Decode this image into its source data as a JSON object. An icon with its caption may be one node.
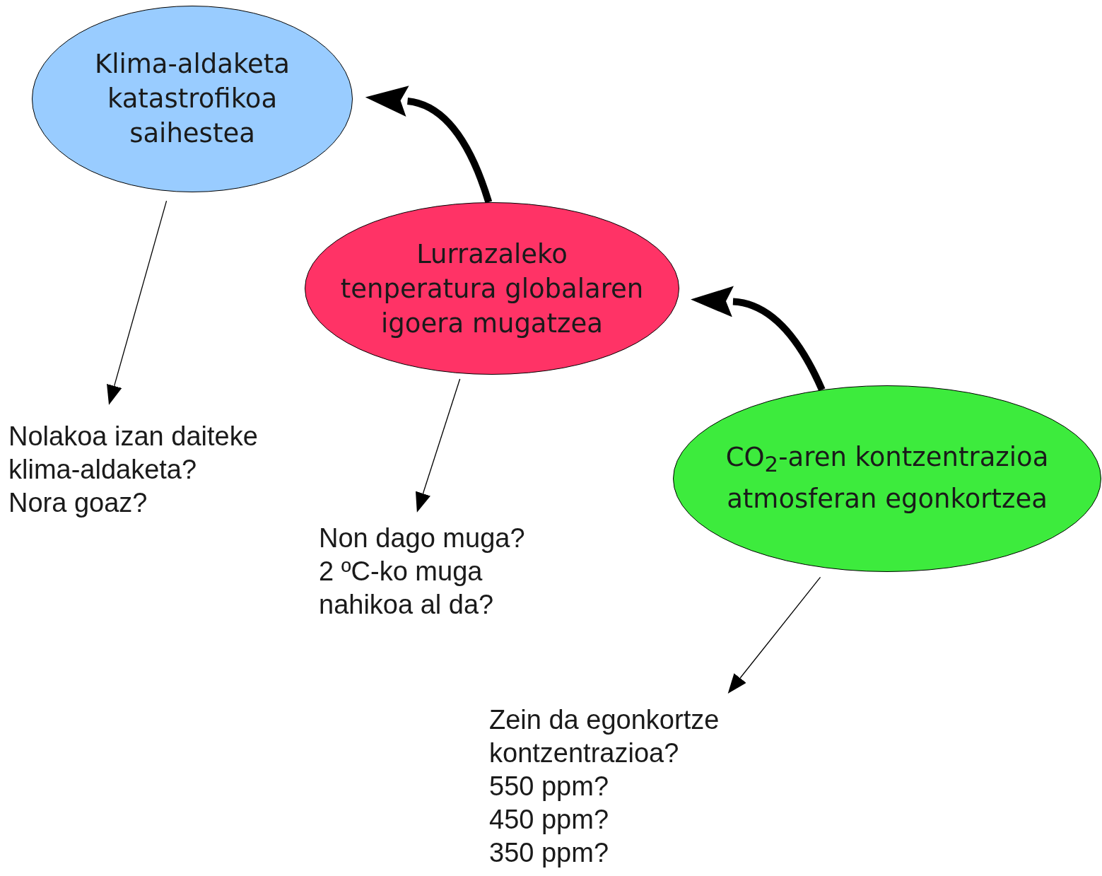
{
  "diagram": {
    "nodes": [
      {
        "text": [
          "Klima-aldaketa katastrofikoa saihestea"
        ]
      },
      {
        "text": [
          "Lurrazaleko tenperatura globalaren igoera mugatzea"
        ]
      },
      {
        "text": [
          "CO$_{2}$-aren kontzentrazioa atmosferan egonkortzea"
        ]
      },
      {
        "text": [
          "Nolakoa izan daiteke klima-aldaketa?",
          "Nora goaz?"
        ]
      },
      {
        "text": [
          "Non dago muga?",
          "2 ºC-ko muga nahikoa al da?"
        ]
      },
      {
        "text": [
          "Zein da egonkortze kontzentrazioa?",
          "550 ppm?",
          "450 ppm?",
          "350 ppm?"
        ]
      }
    ],
    "edges": [
      {
        "from": 1,
        "to": 0,
        "arrow": "to",
        "style": "thick"
      },
      {
        "from": 2,
        "to": 1,
        "arrow": "to",
        "style": "thick"
      },
      {
        "from": 0,
        "to": 3,
        "arrow": "to"
      },
      {
        "from": 1,
        "to": 4,
        "arrow": "to"
      },
      {
        "from": 2,
        "to": 5,
        "arrow": "to"
      }
    ]
  }
}
